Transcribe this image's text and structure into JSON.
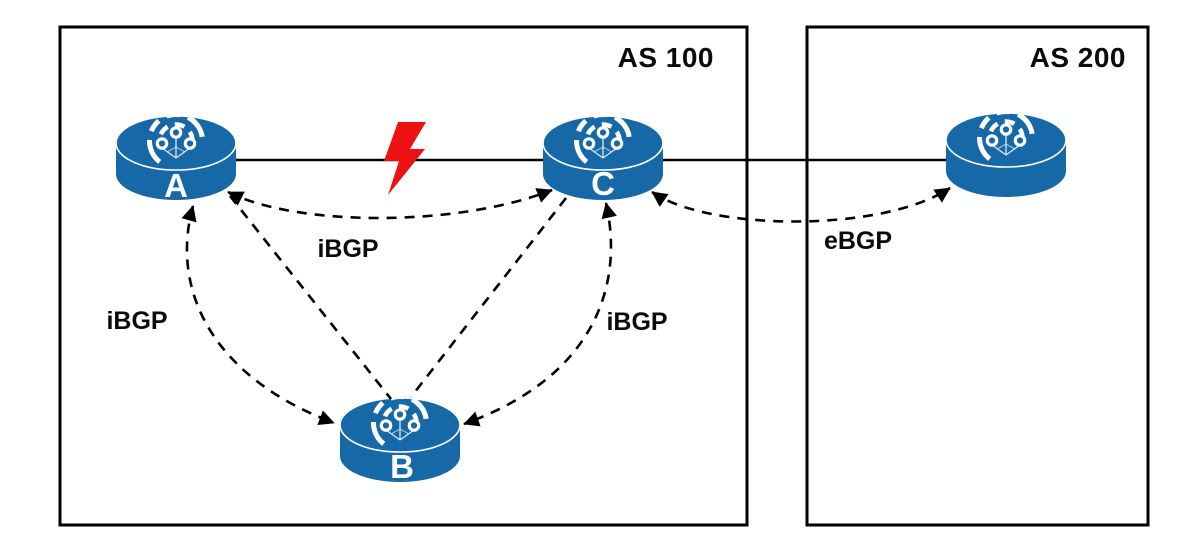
{
  "as_domains": {
    "as100": {
      "label": "AS 100"
    },
    "as200": {
      "label": "AS 200"
    }
  },
  "routers": {
    "a": {
      "label": "A"
    },
    "b": {
      "label": "B"
    },
    "c": {
      "label": "C"
    },
    "as200_router": {
      "label": ""
    }
  },
  "sessions": {
    "ibgp_a_c": {
      "label": "iBGP"
    },
    "ibgp_a_b": {
      "label": "iBGP"
    },
    "ibgp_b_c": {
      "label": "iBGP"
    },
    "ebgp_c_as200": {
      "label": "eBGP"
    }
  },
  "icons": {
    "router": "router-icon",
    "failure": "lightning-bolt-icon"
  },
  "colors": {
    "router_blue": "#1768a7",
    "bolt_red": "#ee1111",
    "line_black": "#000000"
  }
}
